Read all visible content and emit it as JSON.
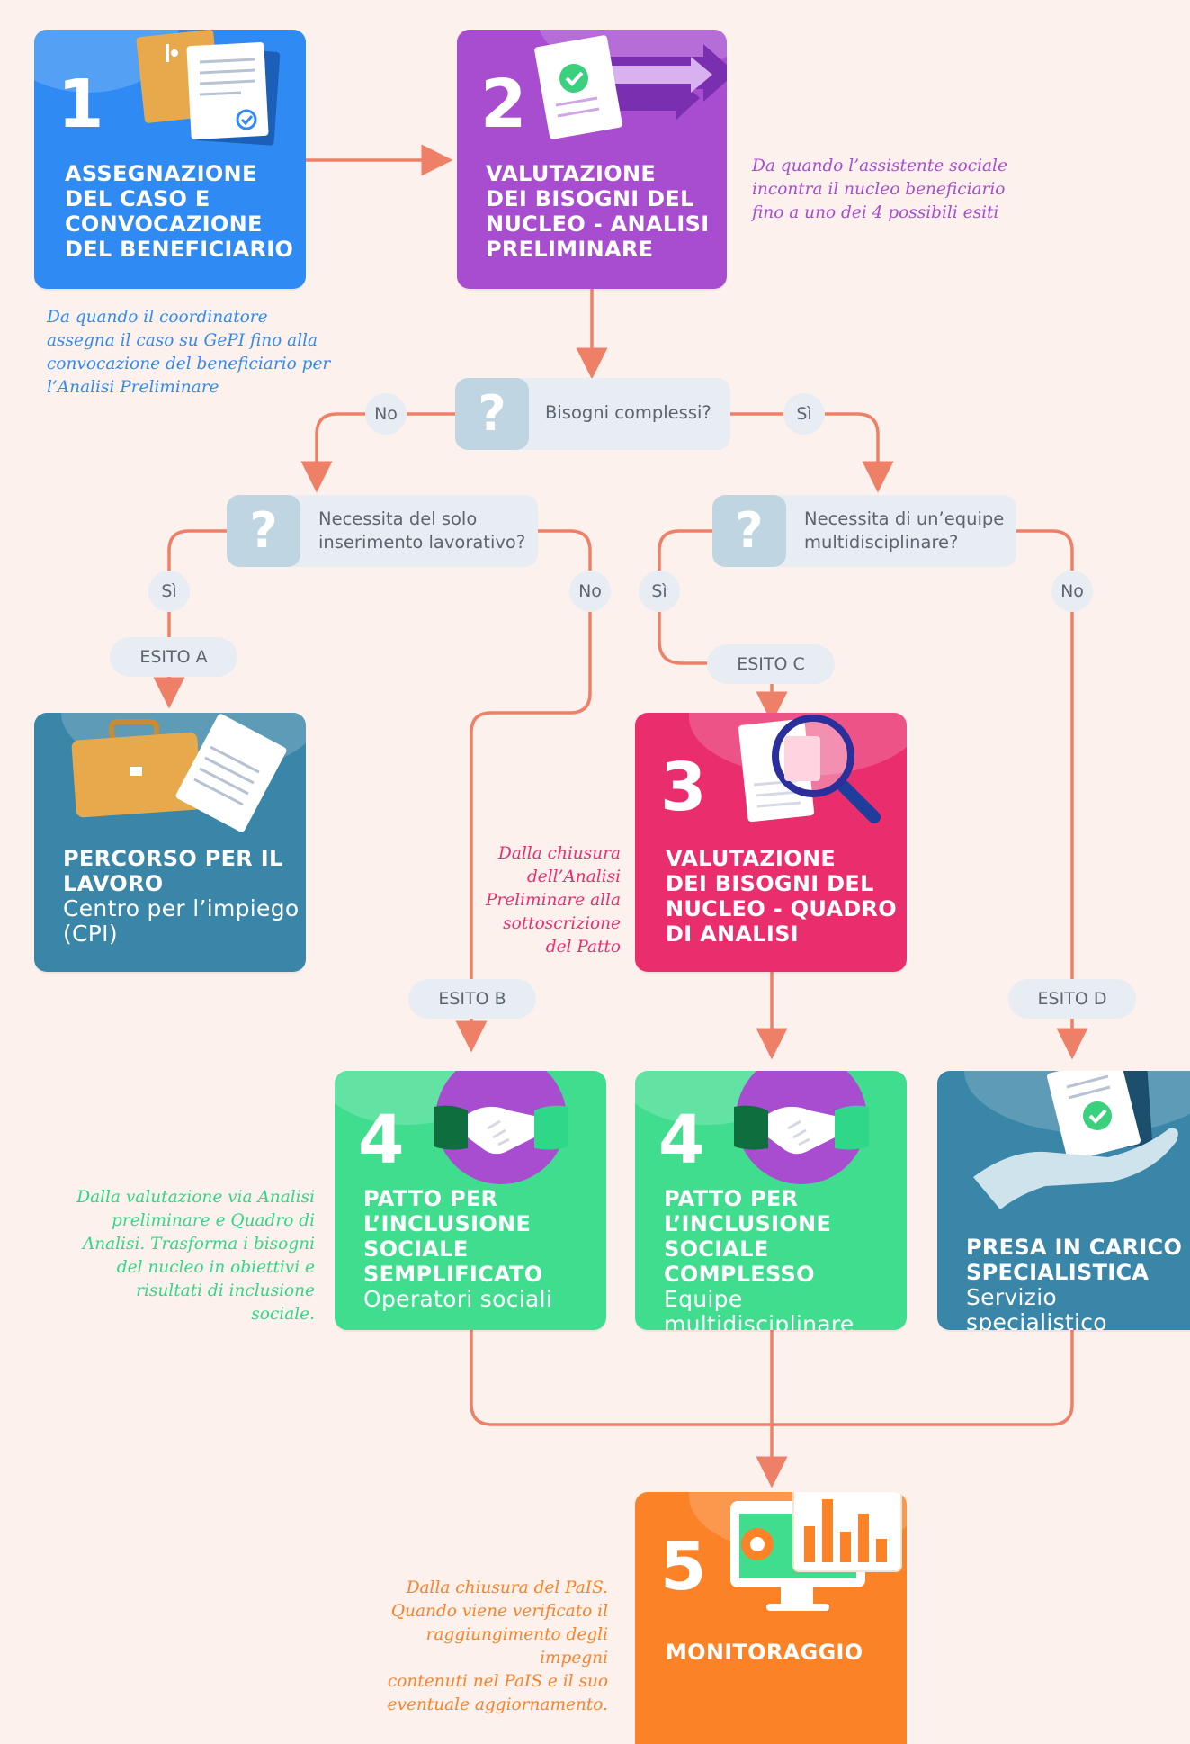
{
  "colors": {
    "background": "#fdf1ee",
    "arrow": "#ef8068",
    "step1": "#2f8bf3",
    "step2": "#a84dd0",
    "step3": "#ea2e6d",
    "step4": "#41dd8f",
    "work": "#3a86a8",
    "step5": "#fb8227",
    "note_blue": "#2f8bf3",
    "note_purple": "#a84dd0",
    "note_pink": "#ea2e6d",
    "note_green": "#2ed888",
    "note_orange": "#fb8227"
  },
  "step1": {
    "number": "1",
    "title": "ASSEGNAZIONE\nDEL CASO E\nCONVOCAZIONE\nDEL BENEFICIARIO",
    "icon": "document-envelope-icon"
  },
  "step2": {
    "number": "2",
    "title": "VALUTAZIONE\nDEI BISOGNI DEL\nNUCLEO - ANALISI\nPRELIMINARE",
    "icon": "checked-document-arrows-icon"
  },
  "step3": {
    "number": "3",
    "title": "VALUTAZIONE\nDEI BISOGNI DEL\nNUCLEO - QUADRO\nDI ANALISI",
    "icon": "magnifier-document-icon"
  },
  "work": {
    "title": "PERCORSO PER IL\nLAVORO",
    "subtitle": "Centro per l’impiego\n(CPI)",
    "icon": "briefcase-icon"
  },
  "step4a": {
    "number": "4",
    "title": "PATTO PER\nL’INCLUSIONE\nSOCIALE\nSEMPLIFICATO",
    "subtitle": "Operatori sociali",
    "icon": "handshake-icon"
  },
  "step4b": {
    "number": "4",
    "title": "PATTO PER\nL’INCLUSIONE\nSOCIALE\nCOMPLESSO",
    "subtitle": "Equipe multidisciplinare",
    "icon": "handshake-icon"
  },
  "specialist": {
    "title": "PRESA IN CARICO\nSPECIALISTICA",
    "subtitle": "Servizio specialistico",
    "icon": "hand-document-icon"
  },
  "step5": {
    "number": "5",
    "title": "MONITORAGGIO",
    "icon": "monitor-chart-icon"
  },
  "notes": {
    "n1": "Da quando il coordinatore\nassegna il caso su GePI fino alla\nconvocazione del beneficiario per\nl’Analisi Preliminare",
    "n2": "Da quando l’assistente sociale\nincontra il nucleo beneficiario\nfino a uno dei 4 possibili esiti",
    "n3": "Dalla chiusura\ndell’Analisi\nPreliminare alla\nsottoscrizione\ndel Patto",
    "n4": "Dalla valutazione via Analisi\npreliminare e Quadro di\nAnalisi. Trasforma i bisogni\ndel nucleo in obiettivi e\nrisultati di inclusione sociale.",
    "n5": "Dalla chiusura del PaIS.\nQuando viene verificato il\nraggiungimento degli impegni\ncontenuti nel PaIS e il suo\neventuale aggiornamento."
  },
  "questions": {
    "q1": "Bisogni complessi?",
    "q2": "Necessita del solo\ninserimento lavorativo?",
    "q3": "Necessita di un’equipe\nmultidisciplinare?",
    "mark": "?"
  },
  "answers": {
    "yes": "Sì",
    "no": "No"
  },
  "outcomes": {
    "a": "ESITO A",
    "b": "ESITO B",
    "c": "ESITO C",
    "d": "ESITO D"
  }
}
